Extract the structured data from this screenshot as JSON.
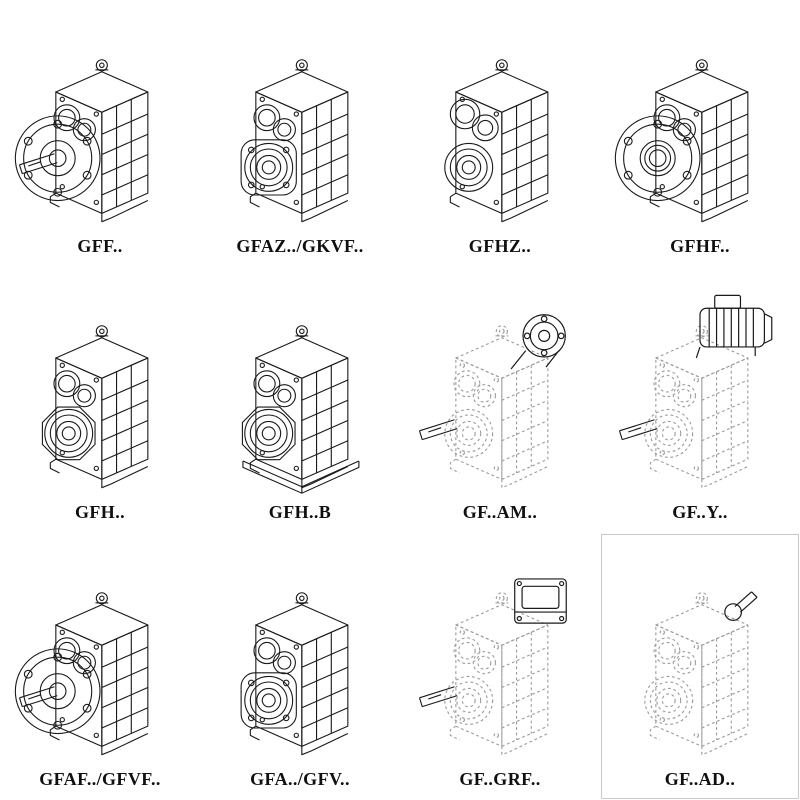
{
  "page": {
    "kind": "gear-unit-catalog-figure",
    "colors": {
      "background": "#ffffff",
      "ink": "#1a1a1a",
      "ghost": "#9a9a9a",
      "frame": "#c9c9c9"
    }
  },
  "catalog": {
    "items": [
      {
        "label": "GFF..",
        "drawing": "solid-flange"
      },
      {
        "label": "GFAZ../GKVF..",
        "drawing": "solid-hollow"
      },
      {
        "label": "GFHZ..",
        "drawing": "solid-hollow-high"
      },
      {
        "label": "GFHF..",
        "drawing": "solid-flange-right"
      },
      {
        "label": "GFH..",
        "drawing": "solid-shaft-mount"
      },
      {
        "label": "GFH..B",
        "drawing": "solid-shaft-mount-foot"
      },
      {
        "label": "GF..AM..",
        "drawing": "ghost-adapter-flange"
      },
      {
        "label": "GF..Y..",
        "drawing": "ghost-motor"
      },
      {
        "label": "GFAF../GFVF..",
        "drawing": "solid-flange"
      },
      {
        "label": "GFA../GFV..",
        "drawing": "solid-hollow"
      },
      {
        "label": "GF..GRF..",
        "drawing": "ghost-adapter-box"
      },
      {
        "label": "GF..AD..",
        "drawing": "ghost-input-shaft",
        "boxed": true
      }
    ]
  }
}
